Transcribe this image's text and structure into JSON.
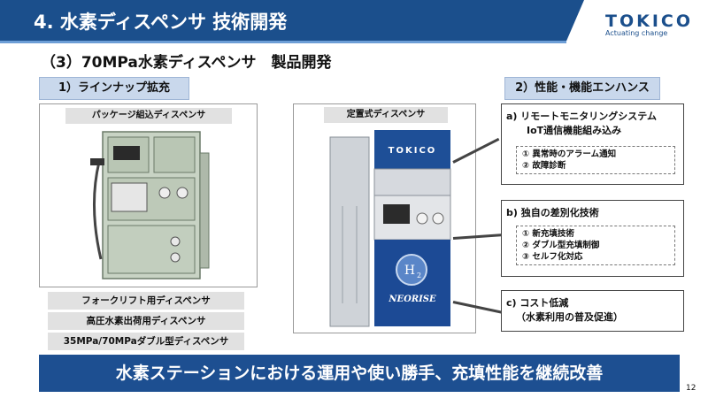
{
  "header": {
    "title": "4. 水素ディスペンサ 技術開発",
    "logo_text": "TOKICO",
    "logo_tagline": "Actuating change"
  },
  "subtitle": "（3）70MPa水素ディスペンサ　製品開発",
  "section_lineup": {
    "label": "1）ラインナップ拡充",
    "package_caption": "パッケージ組込ディスペンサ",
    "fixed_caption": "定置式ディスペンサ",
    "variants": [
      "フォークリフト用ディスペンサ",
      "高圧水素出荷用ディスペンサ",
      "35MPa/70MPaダブル型ディスペンサ"
    ],
    "product_sign": "TOKICO",
    "product_brand": "NEORISE",
    "product_h2": "H",
    "product_h2_sub": "2"
  },
  "section_enhance": {
    "label": "2）性能・機能エンハンス",
    "boxes": {
      "a": {
        "head1": "a) リモートモニタリングシステム",
        "head2": "IoT通信機能組み込み",
        "items": [
          "① 異常時のアラーム通知",
          "② 故障診断"
        ]
      },
      "b": {
        "head1": "b) 独自の差別化技術",
        "items": [
          "① 新充填技術",
          "② ダブル型充填制御",
          "③ セルフ化対応"
        ]
      },
      "c": {
        "head1": "c) コスト低減",
        "head2": "（水素利用の普及促進）"
      }
    }
  },
  "banner": "水素ステーションにおける運用や使い勝手、充填性能を継続改善",
  "page_number": "12",
  "colors": {
    "header_blue": "#1b4f8c",
    "banner_blue": "#1d4f91",
    "section_label_bg": "#c9d8ec",
    "caption_bg": "#e1e1e1"
  }
}
